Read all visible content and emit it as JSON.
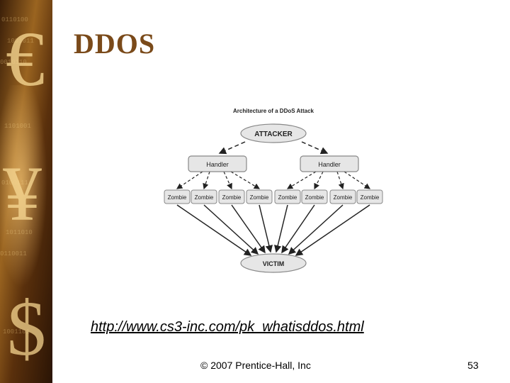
{
  "slide": {
    "title": "DDOS",
    "link_text": "http://www.cs3-inc.com/pk_whatisddos.html",
    "footer": "© 2007 Prentice-Hall, Inc",
    "page_number": "53"
  },
  "side_band": {
    "symbols": [
      "€",
      "¥",
      "$"
    ],
    "colors": {
      "dark": "#3a1e08",
      "mid": "#8a5a1e",
      "light": "#e0b060"
    }
  },
  "diagram": {
    "title": "Architecture of a DDoS Attack",
    "attacker": "ATTACKER",
    "handlers": [
      "Handler",
      "Handler"
    ],
    "zombies": [
      "Zombie",
      "Zombie",
      "Zombie",
      "Zombie",
      "Zombie",
      "Zombie",
      "Zombie",
      "Zombie"
    ],
    "victim": "VICTIM"
  },
  "colors": {
    "title": "#7a4a1a",
    "node_fill": "#e6e6e6",
    "node_stroke": "#888888"
  }
}
